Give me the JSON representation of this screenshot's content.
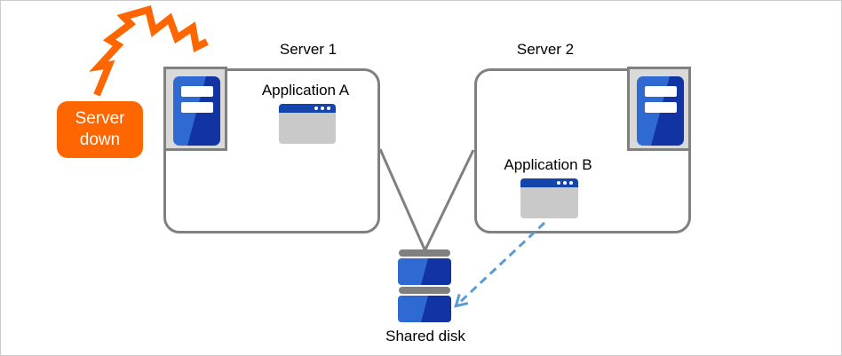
{
  "colors": {
    "orange": "#ff6600",
    "line_gray": "#808080",
    "panel_gray": "#d9d9d9",
    "window_gray": "#c9c9c9",
    "blue_light": "#2e6ad1",
    "blue_dark": "#1133a3",
    "titlebar_blue": "#1345ad",
    "arrow_blue": "#5b9bd5",
    "canvas_border": "#cccccc"
  },
  "alert": {
    "label": "Server down"
  },
  "servers": [
    {
      "title": "Server 1",
      "app_label": "Application A"
    },
    {
      "title": "Server 2",
      "app_label": "Application B"
    }
  ],
  "storage": {
    "label": "Shared disk"
  },
  "icons": {
    "explosion": "orange zigzag crash burst",
    "server_tower": "blue server tower with two white drive slots",
    "app_window": "application window, blue title bar with three dots",
    "shared_disk": "stack of two blue disk units with gray caps"
  }
}
